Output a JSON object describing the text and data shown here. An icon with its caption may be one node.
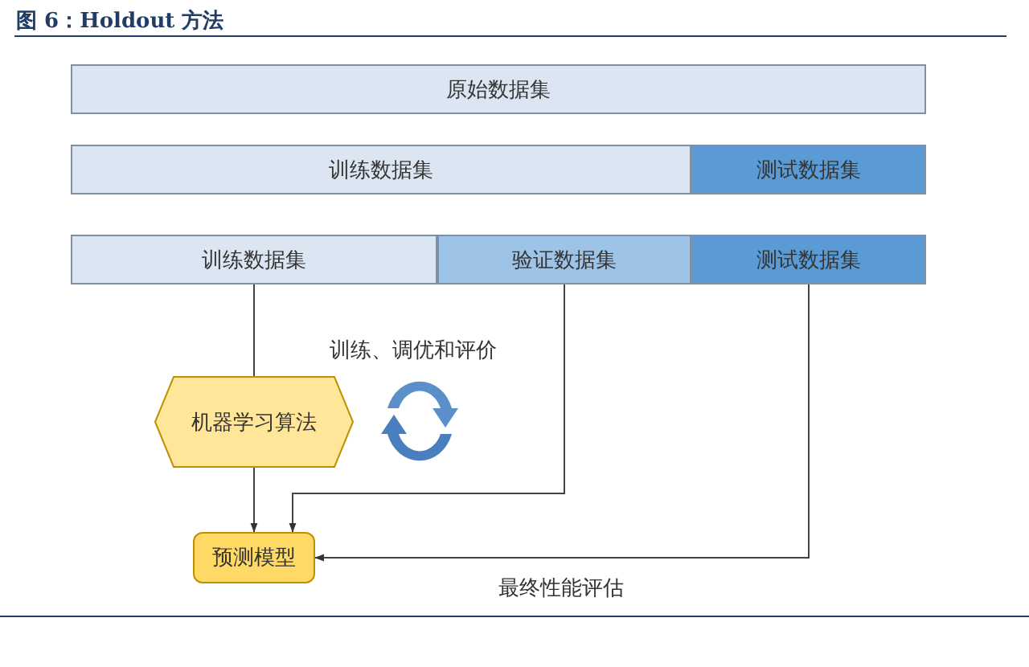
{
  "diagram": {
    "title": "图 6：Holdout 方法",
    "nodes": [
      {
        "text": [
          "原始数据集"
        ]
      },
      {
        "text": [
          "训练数据集"
        ]
      },
      {
        "text": [
          "测试数据集"
        ]
      },
      {
        "text": [
          "训练数据集"
        ]
      },
      {
        "text": [
          "验证数据集"
        ]
      },
      {
        "text": [
          "测试数据集"
        ]
      },
      {
        "text": [
          "机器学习算法"
        ]
      },
      {
        "text": [
          "预测模型"
        ]
      }
    ],
    "edges": [
      {
        "from": 3,
        "to": 6,
        "arrow": "none"
      },
      {
        "from": 6,
        "to": 7,
        "arrow": "to"
      },
      {
        "from": 4,
        "to": 7,
        "arrow": "to"
      },
      {
        "from": 5,
        "to": 7,
        "arrow": "to",
        "label": "最终性能评估"
      }
    ],
    "labels": [
      "训练、调优和评价"
    ]
  }
}
